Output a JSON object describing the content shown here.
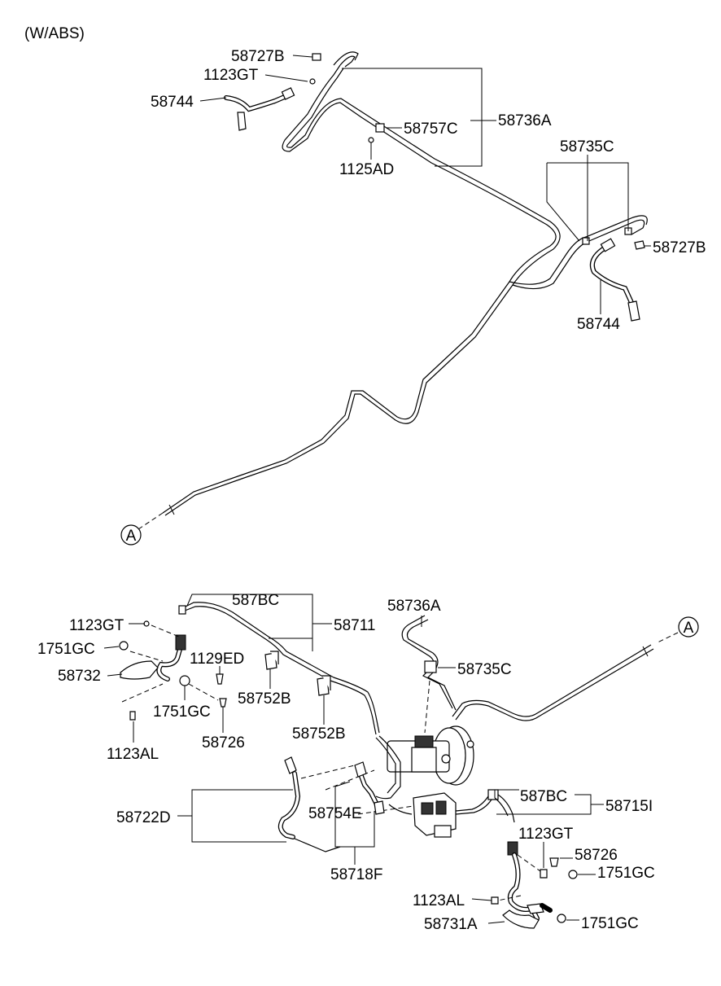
{
  "title": "(W/ABS)",
  "labels": {
    "l58727b_top": "58727B",
    "l1123gt_top": "1123GT",
    "l58744_top": "58744",
    "l58757c": "58757C",
    "l58736a_top": "58736A",
    "l1125ad": "1125AD",
    "l58735c_top": "58735C",
    "l58727b_right": "58727B",
    "l58744_right": "58744",
    "l58736a_bot": "58736A",
    "l587bc_left": "587BC",
    "l58711": "58711",
    "l1123gt_left": "1123GT",
    "l1751gc_left": "1751GC",
    "l1129ed": "1129ED",
    "l58732": "58732",
    "l58752b_1": "58752B",
    "l1751gc_mid": "1751GC",
    "l58726_left": "58726",
    "l1123al_left": "1123AL",
    "l58752b_2": "58752B",
    "l58735c_bot": "58735C",
    "l587bc_right": "587BC",
    "l58715i": "58715I",
    "l58722d": "58722D",
    "l58754e": "58754E",
    "l1123gt_right": "1123GT",
    "l58726_right": "58726",
    "l1751gc_r1": "1751GC",
    "l58718f": "58718F",
    "l1123al_right": "1123AL",
    "l58731a": "58731A",
    "l1751gc_r2": "1751GC"
  },
  "markers": {
    "a_left": "A",
    "a_right": "A"
  }
}
